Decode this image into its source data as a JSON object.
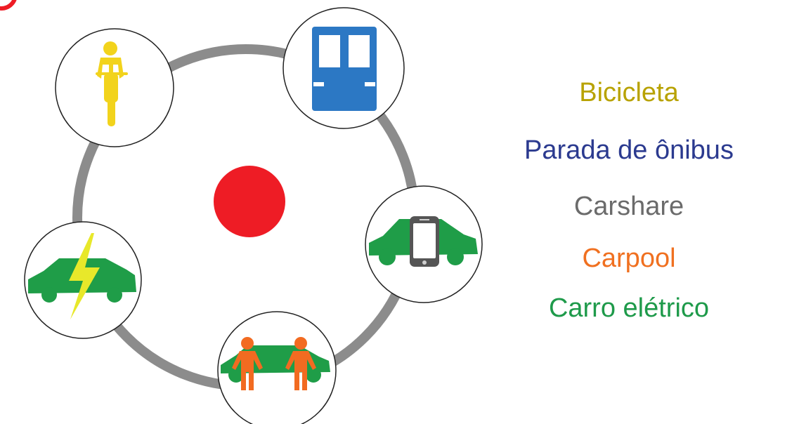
{
  "legend": {
    "bike": {
      "label": "Bicicleta",
      "color": "#b8a200"
    },
    "bus": {
      "label": "Parada de ônibus",
      "color": "#2b3a8f"
    },
    "carshare": {
      "label": "Carshare",
      "color": "#6b6b6b"
    },
    "carpool": {
      "label": "Carpool",
      "color": "#f07020"
    },
    "electric": {
      "label": "Carro elétrico",
      "color": "#1e9a4a"
    }
  },
  "colors": {
    "ring": "#8c8c8c",
    "center_dot": "#ee1c25",
    "bike_icon": "#f2d31c",
    "bus_icon": "#2c78c4",
    "car_green": "#1f9d48",
    "carpool_person": "#f26b21",
    "lightning": "#e8e82a",
    "phone": "#555555"
  },
  "nodes": [
    {
      "id": "bike",
      "icon": "bicycle-rider-icon"
    },
    {
      "id": "bus",
      "icon": "bus-icon"
    },
    {
      "id": "carshare",
      "icon": "car-with-phone-icon"
    },
    {
      "id": "carpool",
      "icon": "car-with-two-people-icon"
    },
    {
      "id": "electric",
      "icon": "electric-car-icon"
    }
  ]
}
